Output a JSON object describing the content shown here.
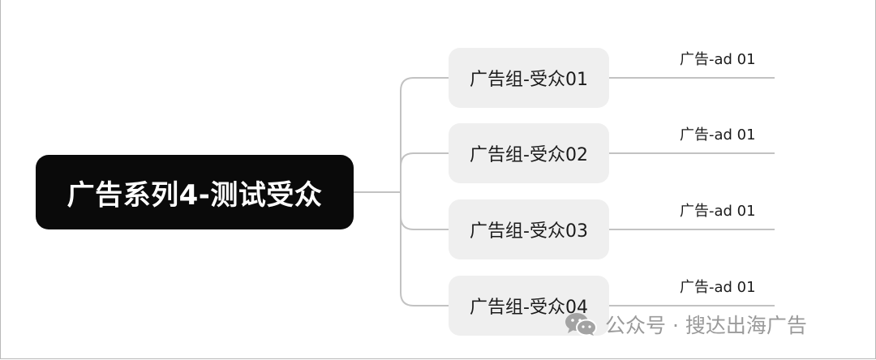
{
  "mindmap": {
    "root": {
      "label": "广告系列4-测试受众"
    },
    "groups": [
      {
        "label": "广告组-受众01",
        "ad_label": "广告-ad 01"
      },
      {
        "label": "广告组-受众02",
        "ad_label": "广告-ad 01"
      },
      {
        "label": "广告组-受众03",
        "ad_label": "广告-ad 01"
      },
      {
        "label": "广告组-受众04",
        "ad_label": "广告-ad 01"
      }
    ],
    "colors": {
      "root_background": "#0a0a0a",
      "group_background": "#efefef",
      "connector": "#c2c2c2",
      "text": "#1b1b1b"
    }
  },
  "watermark": {
    "icon": "wechat-icon",
    "text": "公众号 · 搜达出海广告"
  }
}
